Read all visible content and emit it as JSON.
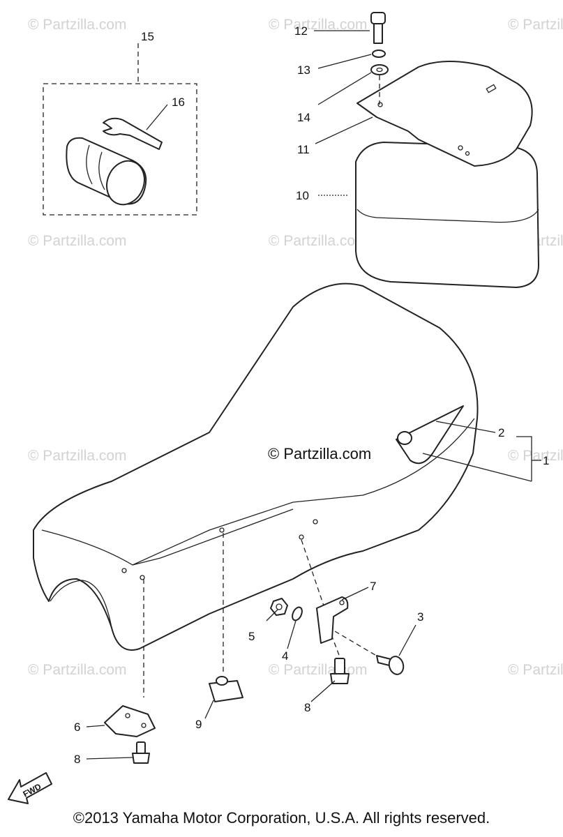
{
  "watermark_text": "© Partzilla.com",
  "center_watermark": "© Partzilla.com",
  "fwd_label": "FWD",
  "copyright": "©2013  Yamaha Motor Corporation, U.S.A. All rights reserved.",
  "callouts": {
    "c1": "1",
    "c2": "2",
    "c3": "3",
    "c4": "4",
    "c5": "5",
    "c6": "6",
    "c7": "7",
    "c8a": "8",
    "c8b": "8",
    "c9": "9",
    "c10": "10",
    "c11": "11",
    "c12": "12",
    "c13": "13",
    "c14": "14",
    "c15": "15",
    "c16": "16"
  }
}
